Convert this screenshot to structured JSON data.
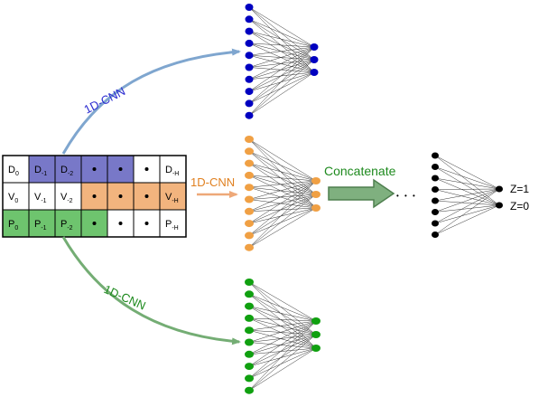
{
  "colors": {
    "blue_row": "#7878c8",
    "orange_row": "#f2b47e",
    "green_row": "#6ec46e",
    "blue_node": "#0000c0",
    "orange_node": "#f0a044",
    "green_node": "#10a010",
    "black_node": "#000000",
    "arrow_blue": "#7fa6cf",
    "arrow_orange": "#eea878",
    "arrow_green": "#74ad74",
    "concat_arrow": "#6a9a6a",
    "label_blue": "#2a2ad0",
    "label_orange": "#e08020",
    "label_green": "#1e8a1e",
    "edge": "#333333"
  },
  "grid": {
    "rows": [
      {
        "color": "blue",
        "cells": [
          {
            "base": "D",
            "sub": "0",
            "fill": "white"
          },
          {
            "base": "D",
            "sub": "-1",
            "fill": "color"
          },
          {
            "base": "D",
            "sub": "-2",
            "fill": "color"
          },
          {
            "dot": true,
            "fill": "color"
          },
          {
            "dot": true,
            "fill": "color"
          },
          {
            "dot": true,
            "fill": "white"
          },
          {
            "base": "D",
            "sub": "-H",
            "fill": "white"
          }
        ]
      },
      {
        "color": "orange",
        "cells": [
          {
            "base": "V",
            "sub": "0",
            "fill": "white"
          },
          {
            "base": "V",
            "sub": "-1",
            "fill": "white"
          },
          {
            "base": "V",
            "sub": "-2",
            "fill": "white"
          },
          {
            "dot": true,
            "fill": "color"
          },
          {
            "dot": true,
            "fill": "color"
          },
          {
            "dot": true,
            "fill": "color"
          },
          {
            "base": "V",
            "sub": "-H",
            "fill": "color",
            "text_color": "orange"
          }
        ]
      },
      {
        "color": "green",
        "cells": [
          {
            "base": "P",
            "sub": "0",
            "fill": "color"
          },
          {
            "base": "P",
            "sub": "-1",
            "fill": "color"
          },
          {
            "base": "P",
            "sub": "-2",
            "fill": "color"
          },
          {
            "dot": true,
            "fill": "color"
          },
          {
            "dot": true,
            "fill": "white"
          },
          {
            "dot": true,
            "fill": "white"
          },
          {
            "base": "P",
            "sub": "-H",
            "fill": "white"
          }
        ]
      }
    ]
  },
  "labels": {
    "cnn_top": "1D-CNN",
    "cnn_mid": "1D-CNN",
    "cnn_bottom": "1D-CNN",
    "concatenate": "Concatenate",
    "ellipsis": "• • •",
    "output_1": "Z=1",
    "output_0": "Z=0"
  },
  "networks": [
    {
      "id": "blue",
      "inputs": 10,
      "outputs": 3,
      "color": "blue_node"
    },
    {
      "id": "orange",
      "inputs": 10,
      "outputs": 3,
      "color": "orange_node"
    },
    {
      "id": "green",
      "inputs": 10,
      "outputs": 3,
      "color": "green_node"
    },
    {
      "id": "final",
      "inputs": 8,
      "outputs": 2,
      "color": "black_node"
    }
  ]
}
